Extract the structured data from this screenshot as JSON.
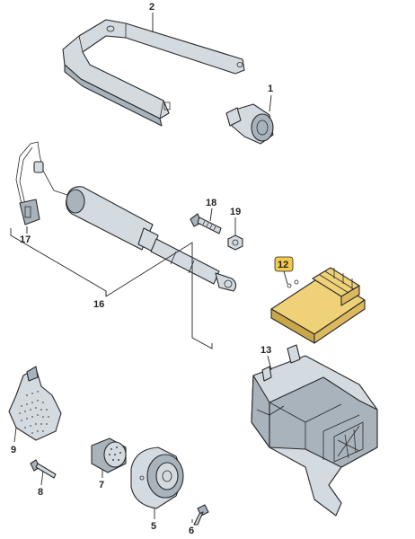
{
  "colors": {
    "part_fill": "#d3dae0",
    "part_dark": "#a9b3bb",
    "highlight_fill": "#efd178",
    "highlight_dark": "#c9a64a",
    "badge_fill": "#f2c94c",
    "line": "#222222"
  },
  "labels": {
    "l1": "1",
    "l2": "2",
    "l5": "5",
    "l6": "6",
    "l7": "7",
    "l8": "8",
    "l9": "9",
    "l12": "12",
    "l13": "13",
    "l16": "16",
    "l17": "17",
    "l18": "18",
    "l19": "19"
  }
}
